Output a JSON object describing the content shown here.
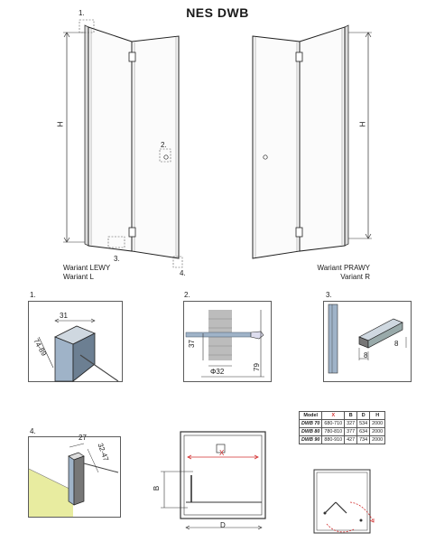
{
  "title": "NES DWB",
  "left_variant": {
    "line1": "Wariant LEWY",
    "line2": "Wariant L"
  },
  "right_variant": {
    "line1": "Wariant PRAWY",
    "line2": "Variant R"
  },
  "callouts": {
    "c1": "1.",
    "c2": "2.",
    "c3": "3.",
    "c4": "4.",
    "h": "H"
  },
  "details": {
    "d1": {
      "label": "1.",
      "dim_top": "31",
      "dim_side": "74-89"
    },
    "d2": {
      "label": "2.",
      "dim_height": "37",
      "dim_diameter": "Φ32",
      "dim_bottom": "79"
    },
    "d3": {
      "label": "3.",
      "dim_w": "8",
      "dim_h": "8"
    },
    "d4": {
      "label": "4.",
      "dim_top": "27",
      "dim_side": "32-47"
    }
  },
  "plan": {
    "x": "X",
    "b": "B",
    "d": "D"
  },
  "spec_table": {
    "headers": [
      "Model",
      "X",
      "B",
      "D",
      "H"
    ],
    "rows": [
      [
        "DWB 70",
        "680-710",
        "327",
        "534",
        "2000"
      ],
      [
        "DWB 80",
        "780-810",
        "377",
        "634",
        "2000"
      ],
      [
        "DWB 90",
        "880-910",
        "427",
        "734",
        "2000"
      ]
    ]
  },
  "colors": {
    "accent": "#d32f2f",
    "wall": "#e8eca0",
    "glass": "#9fb3c8"
  }
}
